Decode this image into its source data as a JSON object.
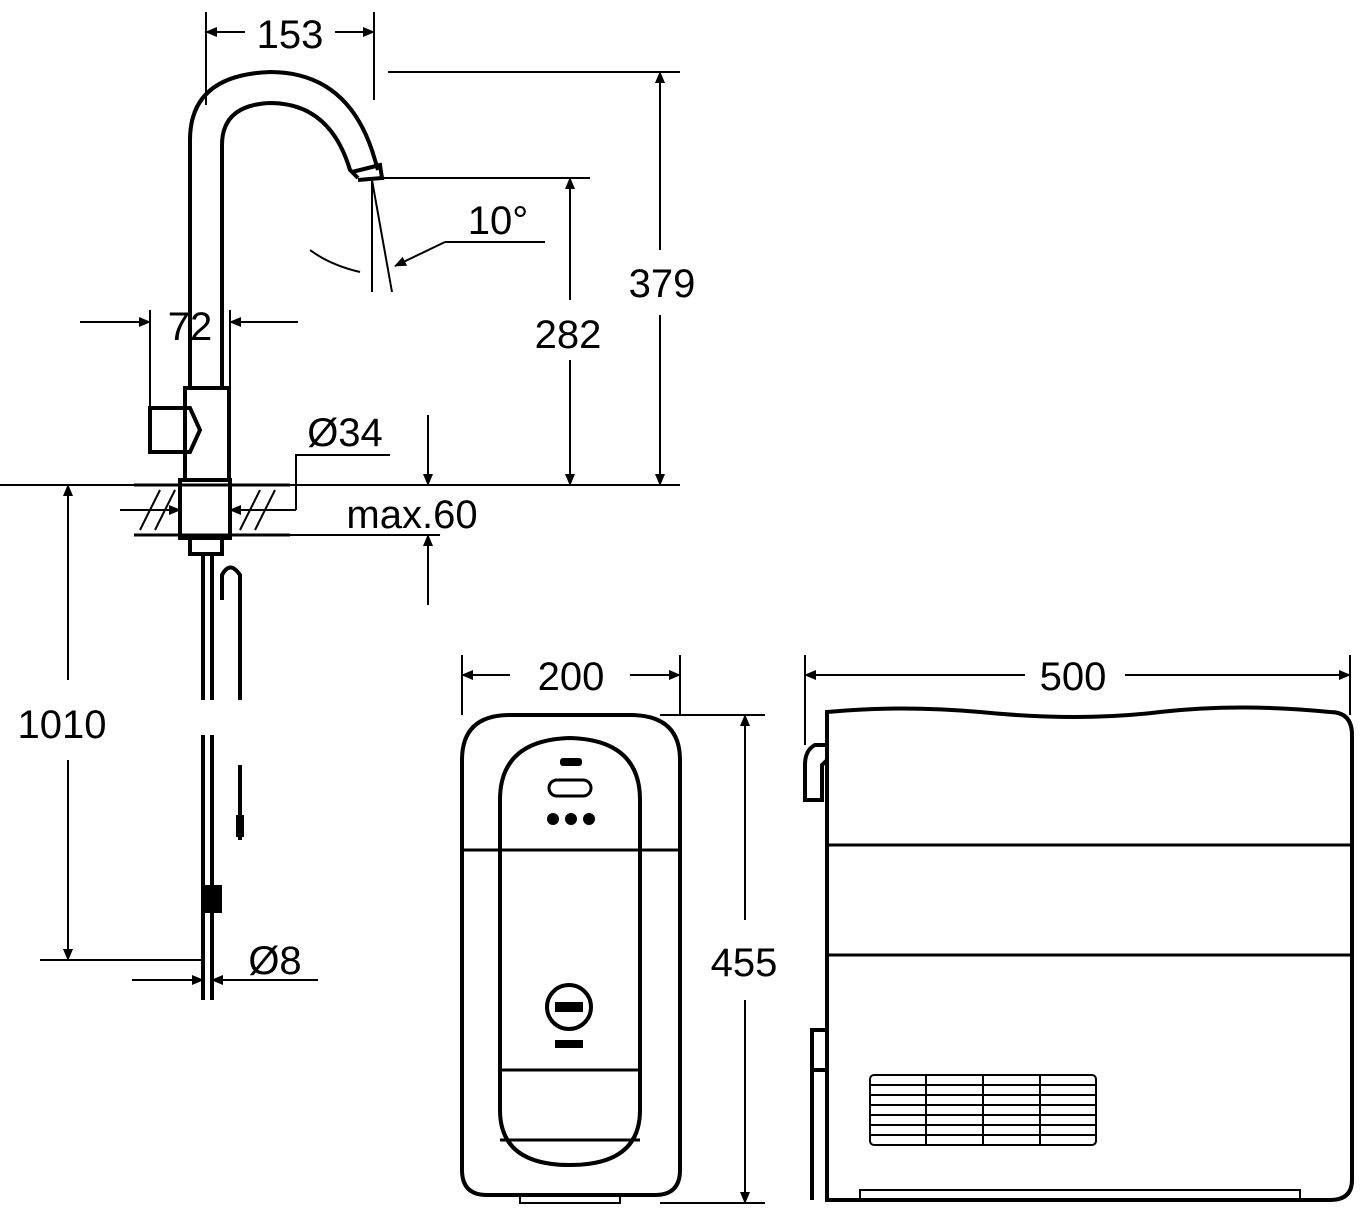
{
  "drawing": {
    "labels": {
      "spout_reach": "153",
      "spout_angle": "10°",
      "total_height": "379",
      "spout_height": "282",
      "base_width": "72",
      "base_diameter": "Ø34",
      "max_deck_thickness": "max.60",
      "hose_length": "1010",
      "hose_diameter": "Ø8",
      "unit_width": "200",
      "unit_height": "455",
      "unit_depth": "500"
    },
    "colors": {
      "line": "#000000",
      "background": "#ffffff"
    }
  }
}
